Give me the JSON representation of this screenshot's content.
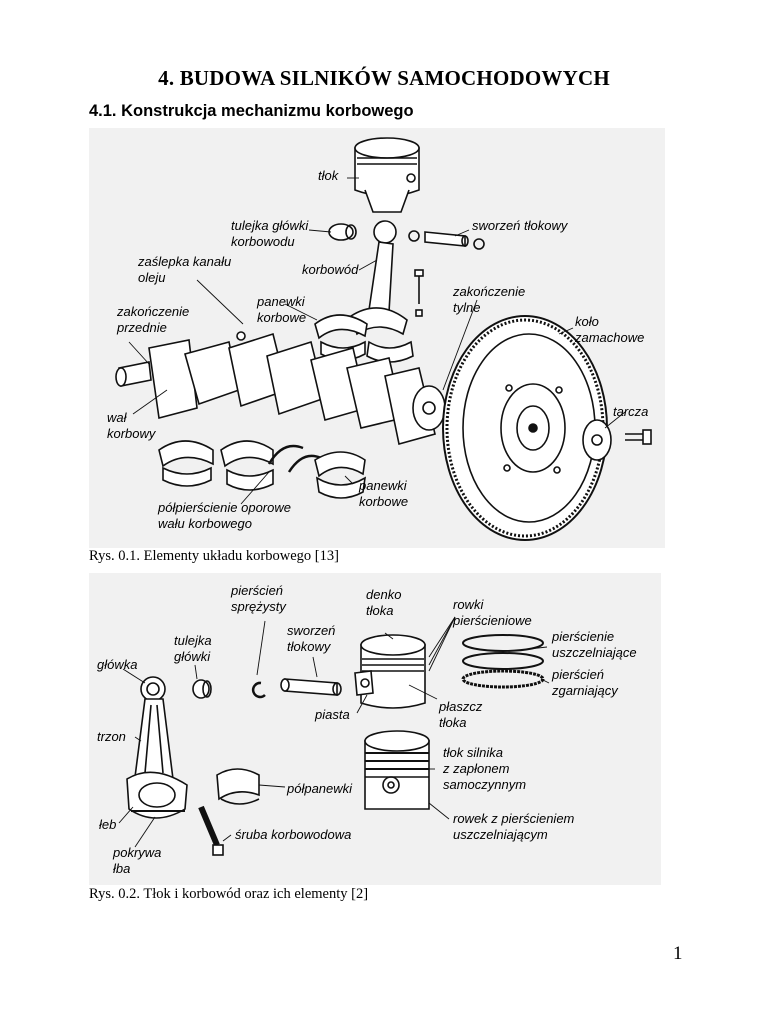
{
  "chapter_title": "4. BUDOWA SILNIKÓW SAMOCHODOWYCH",
  "section_title": "4.1. Konstrukcja mechanizmu korbowego",
  "figure1": {
    "caption": "Rys. 0.1. Elementy układu korbowego [13]",
    "labels": {
      "tlok": "tłok",
      "tulejka": "tulejka główki\nkorbowodu",
      "sworzen": "sworzeń tłokowy",
      "zaslepka": "zaślepka kanału\noleju",
      "korbowod": "korbowód",
      "zak_tylne": "zakończenie\ntylne",
      "panewki1": "panewki\nkorbowe",
      "zak_przednie": "zakończenie\nprzednie",
      "kolo": "koło\nzamachowe",
      "tarcza": "tarcza",
      "wal": "wał\nkorbowy",
      "polpierscienie": "półpierścienie oporowe\nwału korbowego",
      "panewki2": "panewki\nkorbowe"
    }
  },
  "figure2": {
    "caption": "Rys. 0.2. Tłok i korbowód oraz ich elementy [2]",
    "labels": {
      "pierscien_sprezysty": "pierścień\nsprężysty",
      "denko": "denko\ntłoka",
      "rowki": "rowki\npierścieniowe",
      "tulejka_glowki": "tulejka\ngłówki",
      "sworzen_tlokowy": "sworzeń\ntłokowy",
      "pierscienie_uszcz": "pierścienie\nuszczelniające",
      "glowka": "główka",
      "pierscien_zgarn": "pierścień\nzgarniający",
      "piasta": "piasta",
      "plaszcz": "płaszcz\ntłoka",
      "trzon": "trzon",
      "tlok_silnika": "tłok silnika\nz zapłonem\nsamoczynnym",
      "polpanewki": "półpanewki",
      "rowek": "rowek z pierścieniem\nuszczelniającym",
      "leb": "łeb",
      "sruba": "śruba korbowodowa",
      "pokrywa": "pokrywa\nłba"
    }
  },
  "page_number": "1"
}
